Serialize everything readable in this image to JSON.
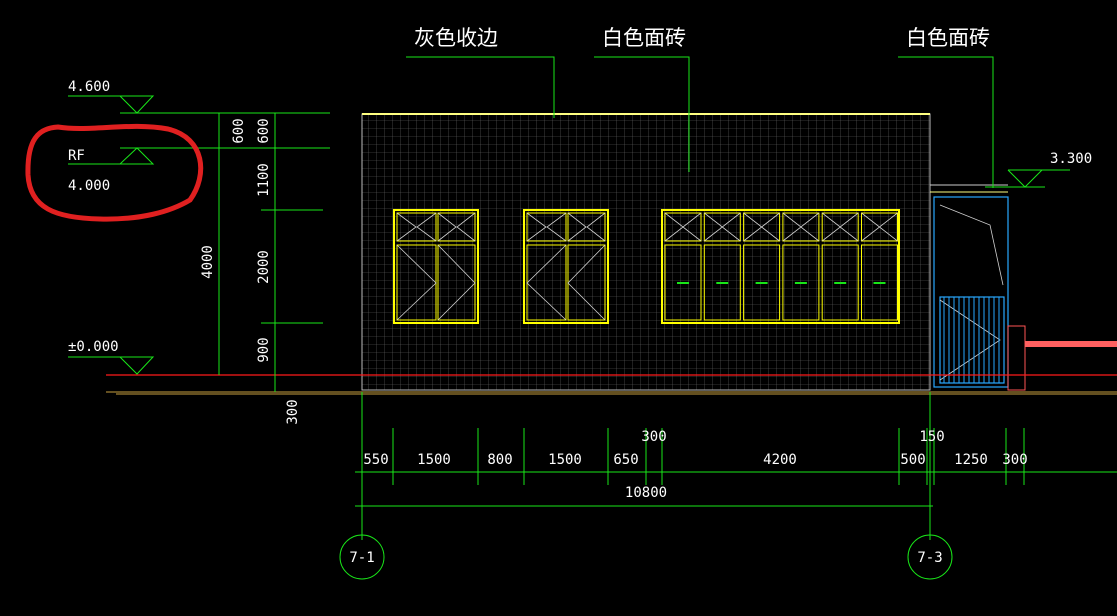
{
  "labels": {
    "gray_trim": "灰色收边",
    "white_tile_1": "白色面砖",
    "white_tile_2": "白色面砖"
  },
  "elevations": {
    "top": "4.600",
    "rf_label": "RF",
    "rf": "4.000",
    "ground": "±0.000",
    "annex": "3.300"
  },
  "vertical_dims": {
    "total": "4000",
    "parapet_a": "600",
    "parapet_b": "600",
    "upper": "1100",
    "window": "2000",
    "sill": "900",
    "plinth": "300"
  },
  "horizontal_dims": [
    "550",
    "1500",
    "800",
    "1500",
    "650",
    "300",
    "4200",
    "500",
    "150",
    "1250",
    "300"
  ],
  "overall_dim": "10800",
  "axes": [
    "7-1",
    "7-3"
  ],
  "colors": {
    "dim": "#19e619",
    "window": "#ffff00",
    "annex": "#29a8ff",
    "ground": "#ff1a1a",
    "markup": "#e02020"
  }
}
